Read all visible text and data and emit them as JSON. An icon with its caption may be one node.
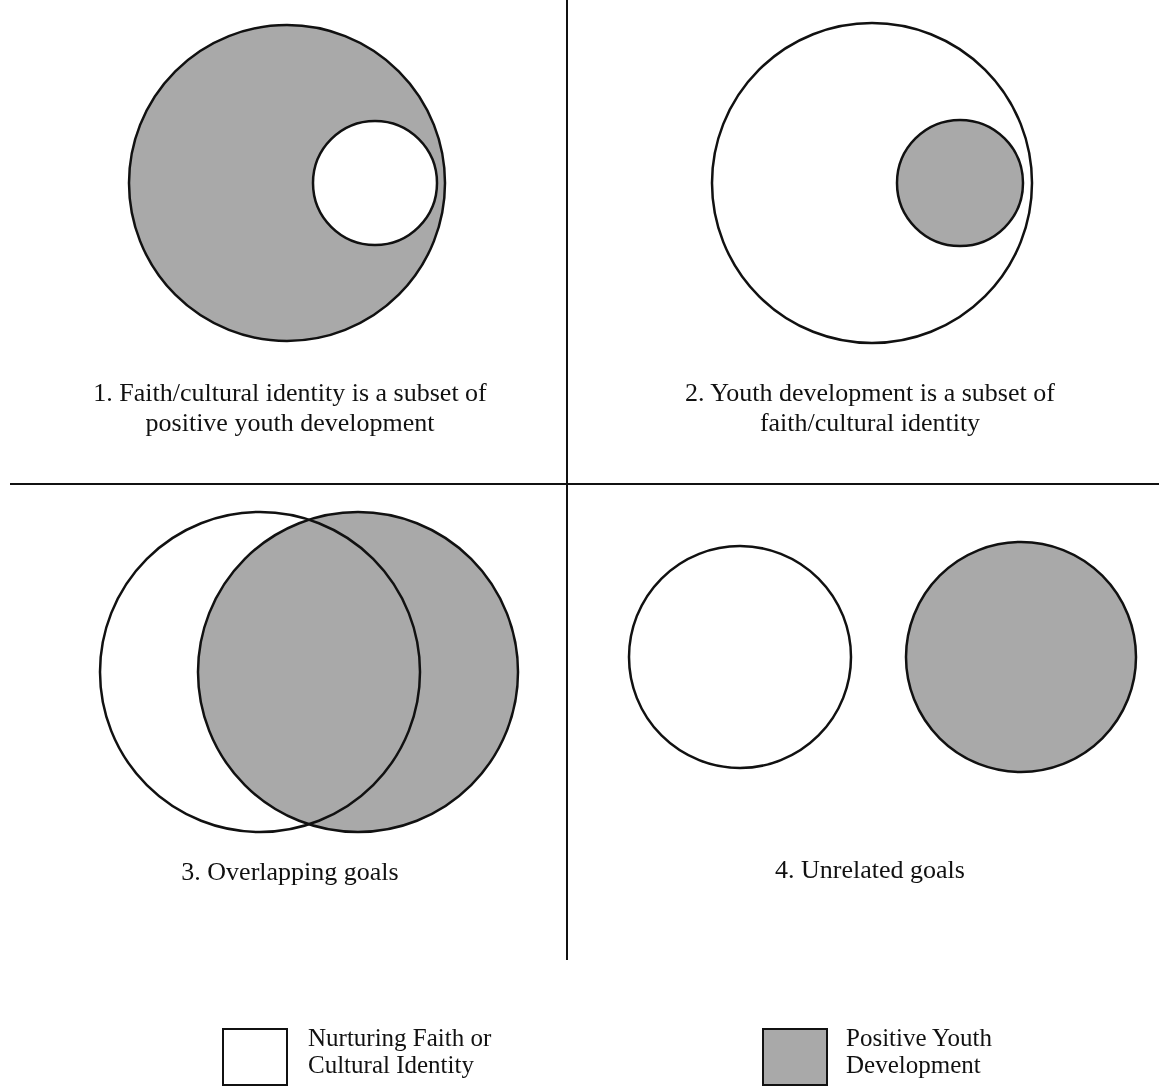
{
  "diagram": {
    "nodes": [
      {
        "text": [],
        "shape": "circle"
      },
      {
        "text": [],
        "shape": "circle",
        "in": 0
      },
      {
        "text": [],
        "shape": "circle"
      },
      {
        "text": [],
        "shape": "circle",
        "in": 2
      },
      {
        "text": [],
        "shape": "circle"
      },
      {
        "text": [],
        "shape": "circle"
      },
      {
        "text": [],
        "shape": "circle"
      },
      {
        "text": [],
        "shape": "circle"
      }
    ],
    "edges": [],
    "labels": [
      "1. Faith/cultural identity is a subset of positive youth development",
      "2. Youth development is a subset of faith/cultural identity",
      "3. Overlapping goals",
      "4. Unrelated goals"
    ],
    "legend": [
      {
        "text": "Nurturing Faith or Cultural Identity",
        "color": "#ffffff"
      },
      {
        "text": "Positive Youth Development",
        "color": "#a9a9a9"
      }
    ]
  }
}
